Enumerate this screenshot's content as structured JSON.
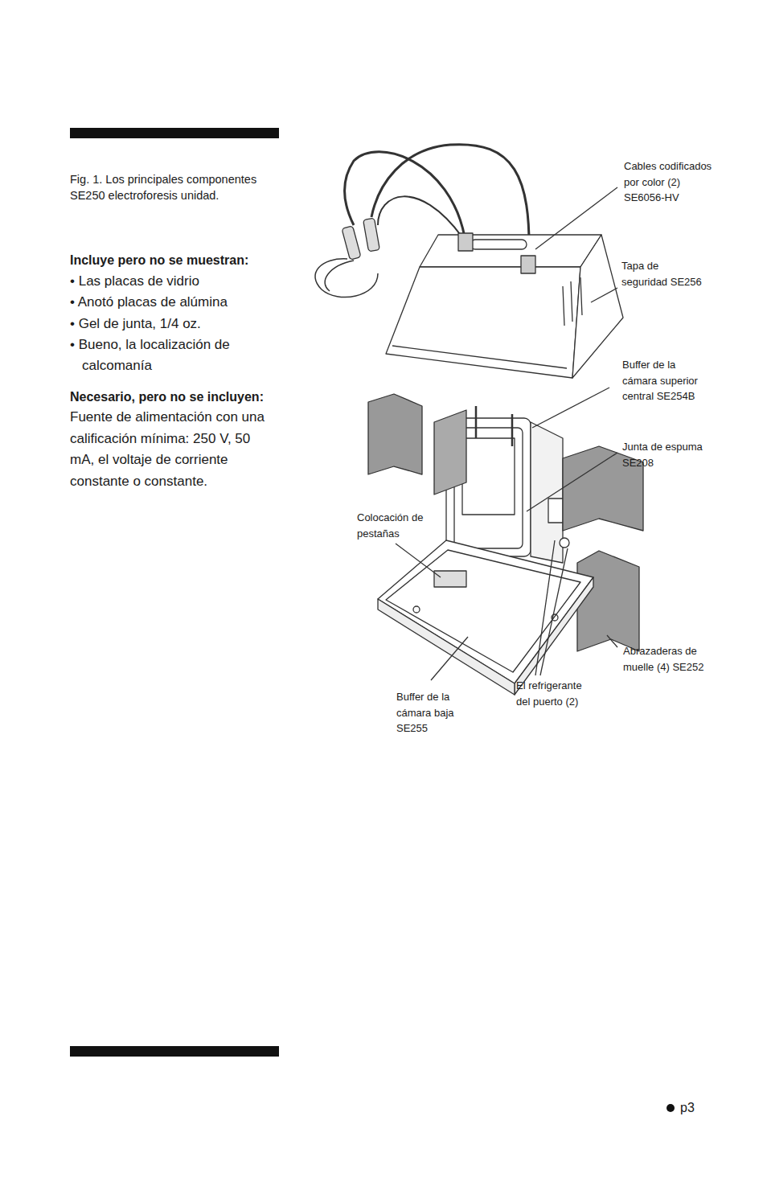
{
  "diagram": {
    "caption": "Fig. 1. Los principales componentes SE250 electroforesis unidad.",
    "labels": [
      "Incluye pero no se muestran:",
      "• Las placas de vidrio",
      "• Anotó placas de alúmina",
      "• Gel de junta, 1/4 oz.",
      "• Bueno, la localización de calcomanía",
      "Necesario, pero no se incluyen:",
      "Fuente de alimentación con una calificación mínima: 250 V, 50 mA, el voltaje de corriente constante o constante.",
      "Cables codificados por color (2) SE6056-HV",
      "Tapa de seguridad SE256",
      "Buffer de la cámara superior central SE254B",
      "Junta de espuma SE208",
      "Colocación de pestañas",
      "Abrazaderas de muelle (4) SE252",
      "El refrigerante del puerto (2)",
      "Buffer de la cámara baja SE255",
      "p3"
    ]
  }
}
